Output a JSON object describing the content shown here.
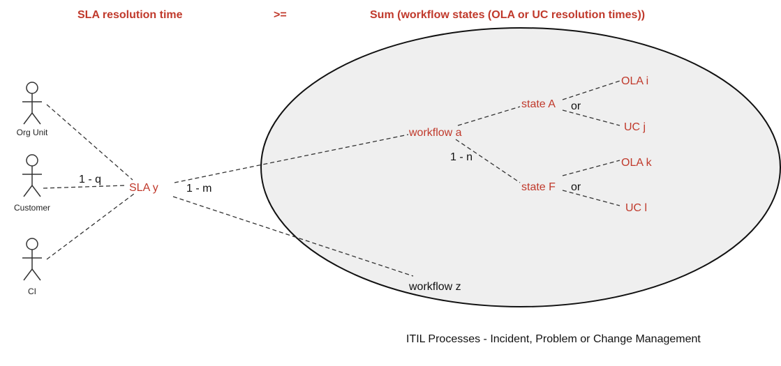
{
  "header": {
    "left": "SLA resolution time",
    "middle": ">=",
    "right": "Sum (workflow states (OLA or UC resolution times))"
  },
  "actors": [
    {
      "label": "Org Unit"
    },
    {
      "label": "Customer"
    },
    {
      "label": "CI"
    }
  ],
  "nodes": {
    "sla": "SLA y",
    "workflow_a": "workflow a",
    "workflow_z": "workflow z",
    "state_a": "state A",
    "state_f": "state F",
    "ola_i": "OLA i",
    "uc_j": "UC j",
    "ola_k": "OLA k",
    "uc_l": "UC l"
  },
  "edge_labels": {
    "actor_sla": "1 - q",
    "sla_workflow": "1 - m",
    "workflow_state": "1 - n",
    "or_a": "or",
    "or_f": "or"
  },
  "caption": "ITIL Processes - Incident, Problem or Change Management",
  "colors": {
    "accent": "#c0392b",
    "line": "#333333",
    "text": "#111111"
  }
}
